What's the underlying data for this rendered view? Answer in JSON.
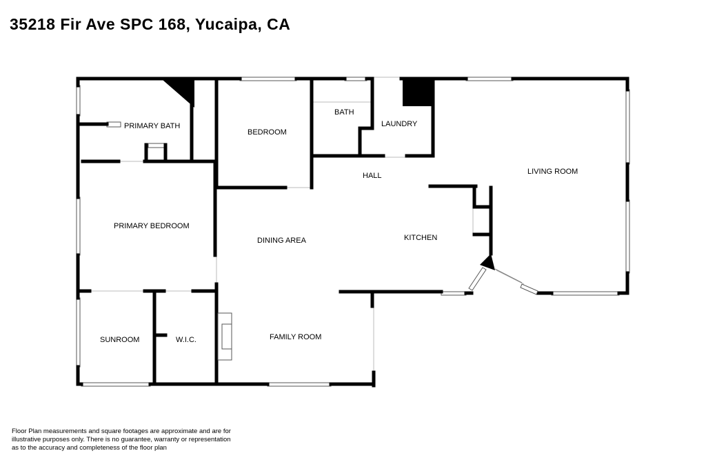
{
  "title": "35218 Fir Ave SPC 168, Yucaipa, CA",
  "rooms": {
    "primary_bath": "PRIMARY BATH",
    "bedroom": "BEDROOM",
    "bath": "BATH",
    "laundry": "LAUNDRY",
    "living_room": "LIVING ROOM",
    "hall": "HALL",
    "primary_bedroom": "PRIMARY BEDROOM",
    "dining_area": "DINING AREA",
    "kitchen": "KITCHEN",
    "sunroom": "SUNROOM",
    "wic": "W.I.C.",
    "family_room": "FAMILY ROOM"
  },
  "disclaimer": {
    "line1": "Floor Plan measurements and square footages are approximate and are for",
    "line2": "illustrative purposes only. There is no guarantee, warranty or representation",
    "line3": "as to the accuracy and completeness of the floor plan"
  }
}
